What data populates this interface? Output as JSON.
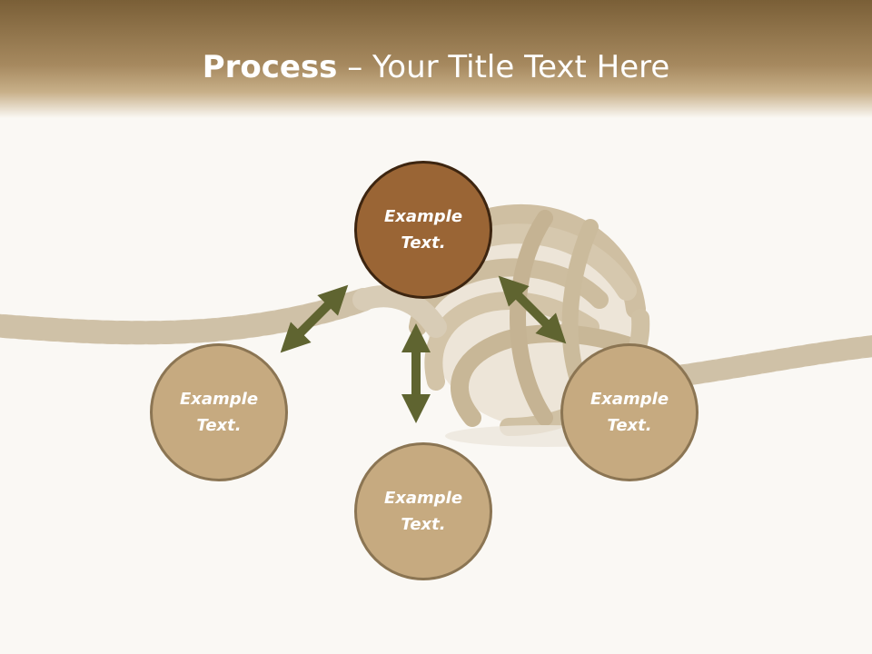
{
  "slide": {
    "title_bold": "Process",
    "title_rest": " – Your Title Text Here"
  },
  "nodes": [
    {
      "id": "top",
      "label_line1": "Example",
      "label_line2": "Text."
    },
    {
      "id": "left",
      "label_line1": "Example",
      "label_line2": "Text."
    },
    {
      "id": "bottom",
      "label_line1": "Example",
      "label_line2": "Text."
    },
    {
      "id": "right",
      "label_line1": "Example",
      "label_line2": "Text."
    }
  ],
  "colors": {
    "header_top": "#7a5f37",
    "header_bottom": "#a6895f",
    "main_node_fill": "#9a6535",
    "main_node_border": "#3d2510",
    "node_fill": "#c6aa80",
    "node_border": "#8b7553",
    "arrow": "#5f6430",
    "background": "#faf8f4"
  }
}
